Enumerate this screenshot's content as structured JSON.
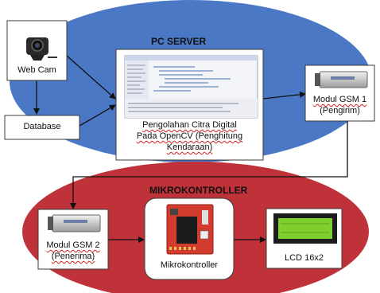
{
  "regions": {
    "pc_server": {
      "title": "PC SERVER",
      "color": "#4a78c4"
    },
    "mikrokontroller": {
      "title": "MIKROKONTROLLER",
      "color": "#c0323a"
    }
  },
  "nodes": {
    "webcam": {
      "label": "Web Cam"
    },
    "database": {
      "label": "Database"
    },
    "opencv": {
      "line1": "Pengolahan Citra Digital",
      "line2": "Pada OpenCV (Penghitung",
      "line3": "Kendaraan)"
    },
    "gsm1": {
      "line1": "Modul GSM 1",
      "line2": "(Pengirim)"
    },
    "gsm2": {
      "line1": "Modul GSM 2",
      "line2": "(Penerima)"
    },
    "mcu": {
      "label": "Mikrokontroller"
    },
    "lcd": {
      "label": "LCD 16x2"
    }
  }
}
